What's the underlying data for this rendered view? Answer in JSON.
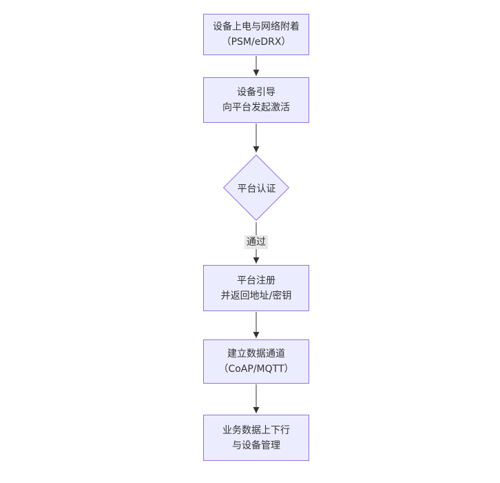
{
  "diagram": {
    "type": "flowchart",
    "direction": "top-down",
    "nodes": [
      {
        "id": "power_attach",
        "shape": "rect",
        "label": "设备上电与网络附着\n（PSM/eDRX）"
      },
      {
        "id": "bootstrap",
        "shape": "rect",
        "label": "设备引导\n向平台发起激活"
      },
      {
        "id": "platform_auth",
        "shape": "diamond",
        "label": "平台认证"
      },
      {
        "id": "register",
        "shape": "rect",
        "label": "平台注册\n并返回地址/密钥"
      },
      {
        "id": "data_channel",
        "shape": "rect",
        "label": "建立数据通道\n（CoAP/MQTT）"
      },
      {
        "id": "business",
        "shape": "rect",
        "label": "业务数据上下行\n与设备管理"
      }
    ],
    "edges": [
      {
        "from": "power_attach",
        "to": "bootstrap",
        "label": ""
      },
      {
        "from": "bootstrap",
        "to": "platform_auth",
        "label": ""
      },
      {
        "from": "platform_auth",
        "to": "register",
        "label": "通过"
      },
      {
        "from": "register",
        "to": "data_channel",
        "label": ""
      },
      {
        "from": "data_channel",
        "to": "business",
        "label": ""
      }
    ],
    "colors": {
      "node_fill": "#ECECFF",
      "node_border": "#9370DB",
      "text": "#333333",
      "edge": "#333333",
      "edge_label_bg": "#E8E8E8",
      "background": "#FFFFFF"
    }
  }
}
